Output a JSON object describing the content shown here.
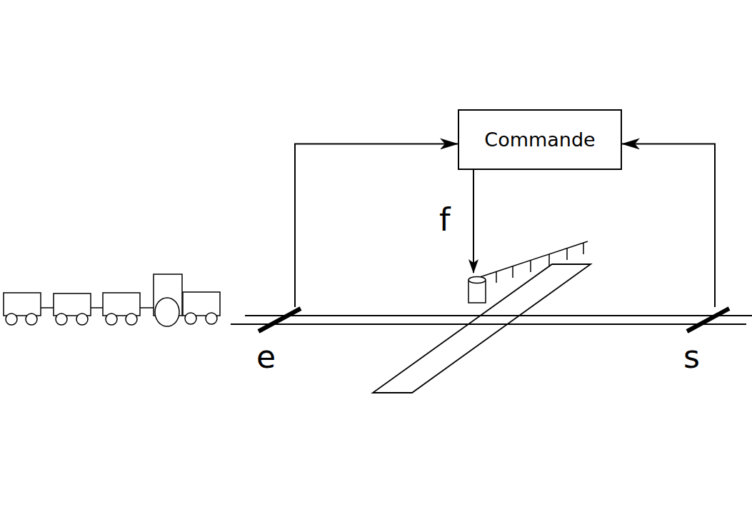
{
  "diagram": {
    "nodes": [
      {
        "text": [
          "Commande"
        ]
      },
      {
        "text": [
          "e"
        ]
      },
      {
        "text": [
          "s"
        ]
      }
    ],
    "edges": [
      {
        "from": 1,
        "to": 0,
        "arrow": "to"
      },
      {
        "from": 2,
        "to": 0,
        "arrow": "to"
      }
    ],
    "labels": [
      "f"
    ]
  }
}
